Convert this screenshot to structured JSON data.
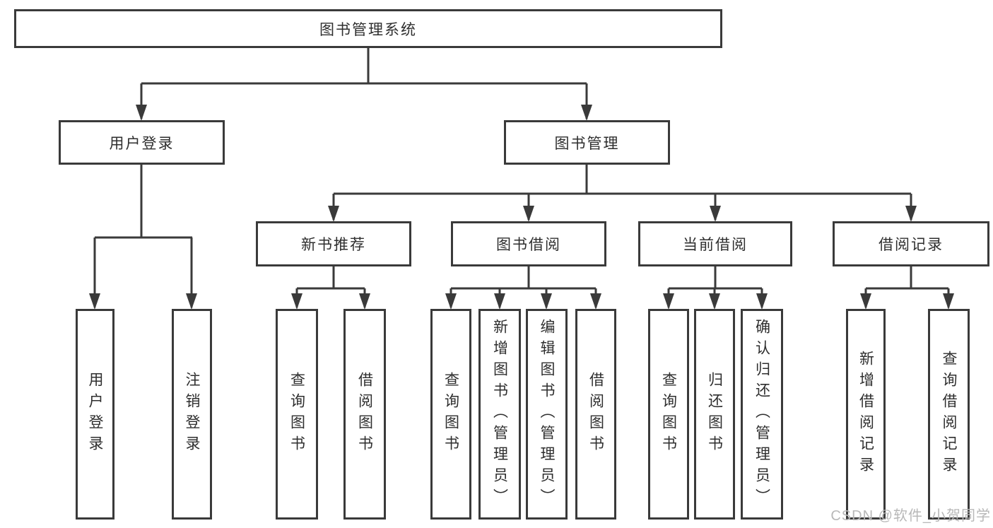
{
  "diagram": {
    "root": "图书管理系统",
    "level2": {
      "user_login": "用户登录",
      "book_management": "图书管理"
    },
    "level3": {
      "new_book_recommend": "新书推荐",
      "book_borrow": "图书借阅",
      "current_borrow": "当前借阅",
      "borrow_records": "借阅记录"
    },
    "leaves": {
      "user_login": [
        "用户登录",
        "注销登录"
      ],
      "new_book_recommend": [
        "查询图书",
        "借阅图书"
      ],
      "book_borrow": [
        "查询图书",
        "新增图书（管理员）",
        "编辑图书（管理员）",
        "借阅图书"
      ],
      "current_borrow": [
        "查询图书",
        "归还图书",
        "确认归还（管理员）"
      ],
      "borrow_records": [
        "新增借阅记录",
        "查询借阅记录"
      ]
    }
  },
  "watermark": "CSDN @软件_小贺同学",
  "colors": {
    "line": "#3a3a3a",
    "text": "#2e2e2e",
    "watermark": "#b8b8b8",
    "background": "#ffffff"
  }
}
